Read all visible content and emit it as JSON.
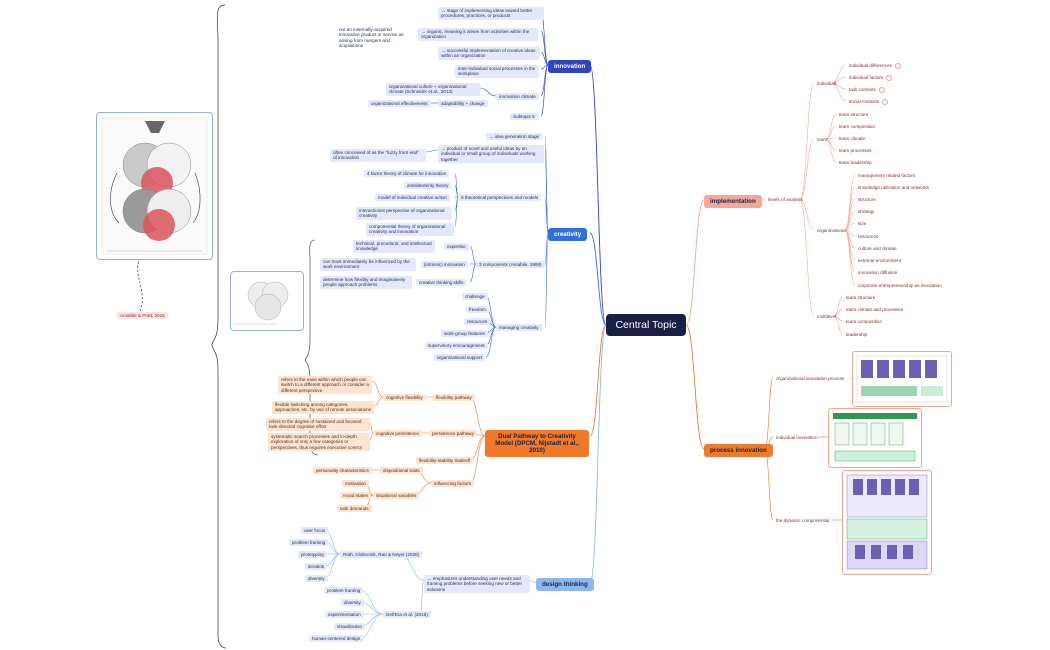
{
  "central": "Central Topic",
  "innovation": {
    "label": "innovation",
    "items": [
      "→ stage of implementing ideas toward better procedures, practices, or products",
      "not an externally-acquired innovative product or service as arising from mergers and acquisitions",
      "→ organic, meaning it arises from activities within the organization",
      "→ successful implementation of creative ideas within an organization",
      "inter-individual social processes in the workplace",
      "organizational culture + organizational climate (Schneider et al., 2013)",
      "innovation climate",
      "organizational effectiveness",
      "adaptability + change",
      "Subtopic 5"
    ]
  },
  "creativity": {
    "label": "creativity",
    "items": [
      "→ idea generation stage",
      "often conceived of as the \"fuzzy front end\" of innovation",
      "→ product of novel and useful ideas by an individual or small group of individuals working together",
      "4 factor theory of climate for innovation",
      "ambidexterity theory",
      "model of individual creative action",
      "6 theoretical perspectives and models",
      "interactionist perspective of organizational creativity",
      "componential theory of organizational creativity and innovation",
      "technical, procedural, and intellectual knowledge",
      "expertise",
      "can most immediately be influenced by the work environment",
      "(intrinsic) motivation",
      "3 components (Amabile, 1998)",
      "determine how flexibly and imaginatively people approach problems",
      "creative thinking skills",
      "challenge",
      "freedom",
      "resources",
      "work-group features",
      "managing creativity",
      "supervisory encouragement",
      "organizational support"
    ]
  },
  "citation": "Amabile & Pratt, 2016",
  "dpcm": {
    "label": "Dual Pathway to Creativity Model (DPCM, Nijstadt et al., 2010)",
    "items": [
      "refers to the ease within which people can switch to a different approach or consider a different perspective",
      "cognitive flexibility",
      "flexibility pathway",
      "flexible switching among categories, approaches, etc. by use of remote associations",
      "refers to the degree of sustained and focused task-directed cognitive effort",
      "cognitive persistence",
      "persistence pathway",
      "systematic search processes and in-depth exploration of only a few categories or perspectives, thus requires executive control",
      "flexibility-stability tradeoff",
      "personality characteristics",
      "dispositional traits",
      "motivation",
      "influencing factors",
      "mood states",
      "situational variables",
      "task demands"
    ]
  },
  "design": {
    "label": "design thinking",
    "items": [
      "user focus",
      "problem framing",
      "prototyping",
      "Roth, Globocnik, Rau & Neyer (2020)",
      "iteration",
      "diversity",
      "→ emphasizes understanding user needs and framing problems before seeking new or better solutions",
      "problem framing",
      "diversity",
      "experimentation",
      "Dell'Era et al. (2018)",
      "visualization",
      "human-centered design"
    ]
  },
  "implementation": {
    "label": "implementation",
    "levels": "levels of analysis",
    "individual": "individual",
    "individual_items": [
      "individual differences",
      "individual factors",
      "task contexts",
      "social contexts"
    ],
    "team": "team",
    "team_items": [
      "team structure",
      "team composition",
      "team climate",
      "team processes",
      "team leadership"
    ],
    "organizational": "organizational",
    "org_items": [
      "management related factors",
      "knowledge utilization and networks",
      "structure",
      "strategy",
      "size",
      "resources",
      "culture and climate",
      "external environment",
      "innovation diffusion",
      "corporate entrepreneurship as innovation"
    ],
    "multilevel": "multilevel",
    "multi_items": [
      "team structure",
      "team climate and processes",
      "team composition",
      "leadership"
    ]
  },
  "process": {
    "label": "process innovation",
    "items": [
      "organizational innovation process",
      "individual innovation",
      "the dynamic componential"
    ]
  },
  "colors": {
    "central": "#1b1f45",
    "innovation": "#2f44c4",
    "creativity": "#2f6fd8",
    "dpcm": "#f07a2a",
    "design": "#8cb8f0",
    "implementation": "#f4a79a",
    "process": "#f07a2a"
  }
}
